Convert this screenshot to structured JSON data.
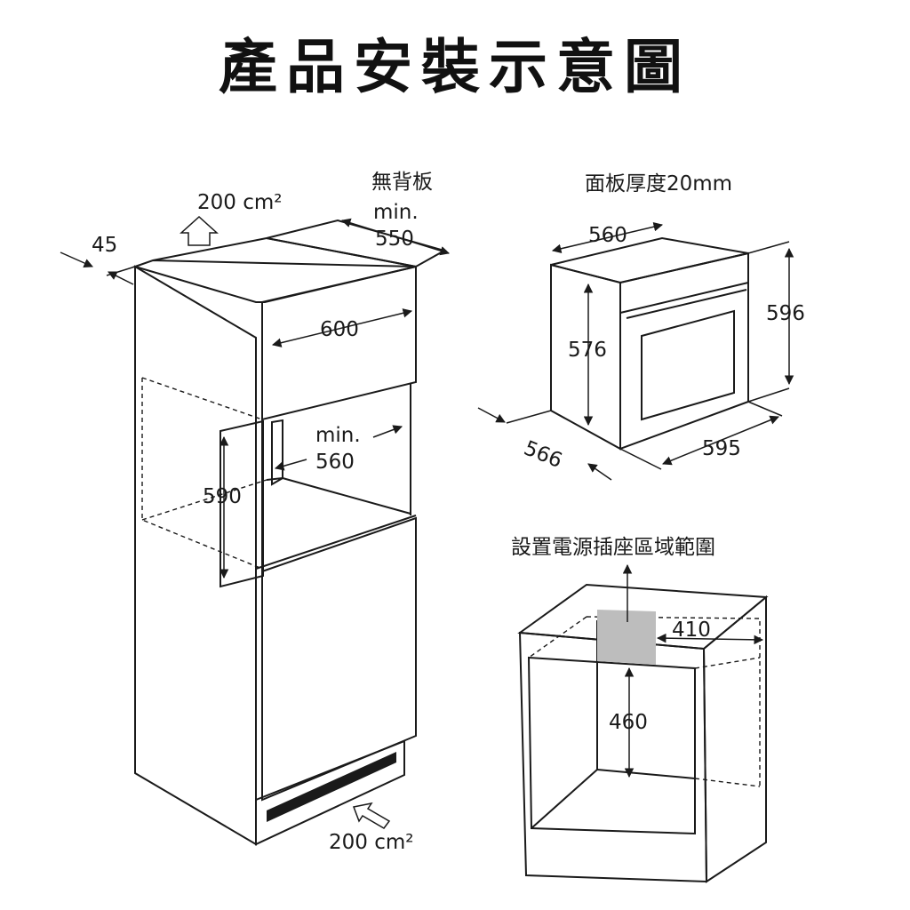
{
  "title": "產品安裝示意圖",
  "cabinet": {
    "vent_top": "200 cm²",
    "vent_bottom": "200 cm²",
    "depth_45": "45",
    "no_back_panel": "無背板",
    "min_label_1": "min.",
    "depth_550": "550",
    "width_600": "600",
    "min_label_2": "min.",
    "width_560": "560",
    "height_590": "590"
  },
  "oven": {
    "panel_note": "面板厚度20mm",
    "width_560": "560",
    "height_596": "596",
    "height_576": "576",
    "depth_566": "566",
    "width_595": "595"
  },
  "socket": {
    "caption": "設置電源插座區域範圍",
    "width_410": "410",
    "height_460": "460"
  },
  "colors": {
    "line": "#1a1a1a",
    "socket_area": "#bdbdbd",
    "background": "#ffffff"
  }
}
